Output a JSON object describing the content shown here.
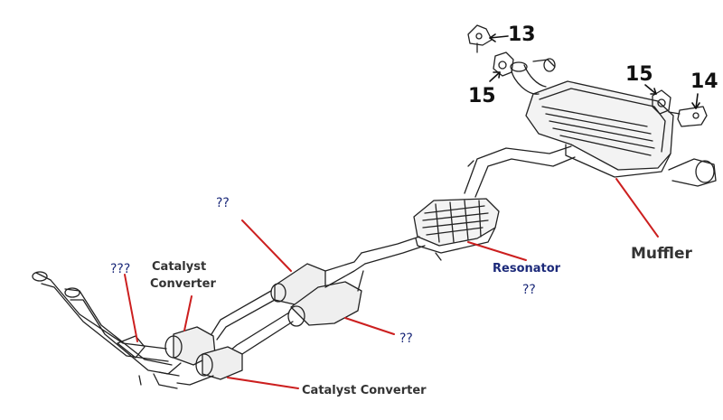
{
  "part_numbers": {
    "p13": "13",
    "p15a": "15",
    "p15b": "15",
    "p14": "14"
  },
  "labels": {
    "muffler": "Muffler",
    "resonator": "Resonator",
    "resonator_q": "??",
    "cat1_line1": "Catalyst",
    "cat1_line2": "Converter",
    "cat2": "Catalyst Converter",
    "q_top": "??",
    "q_left": "???",
    "q_mid": "??"
  },
  "colors": {
    "leader": "#cc1f1f",
    "line_art": "#222222",
    "label_blue": "#1c2a7a",
    "label_dark": "#333333"
  }
}
